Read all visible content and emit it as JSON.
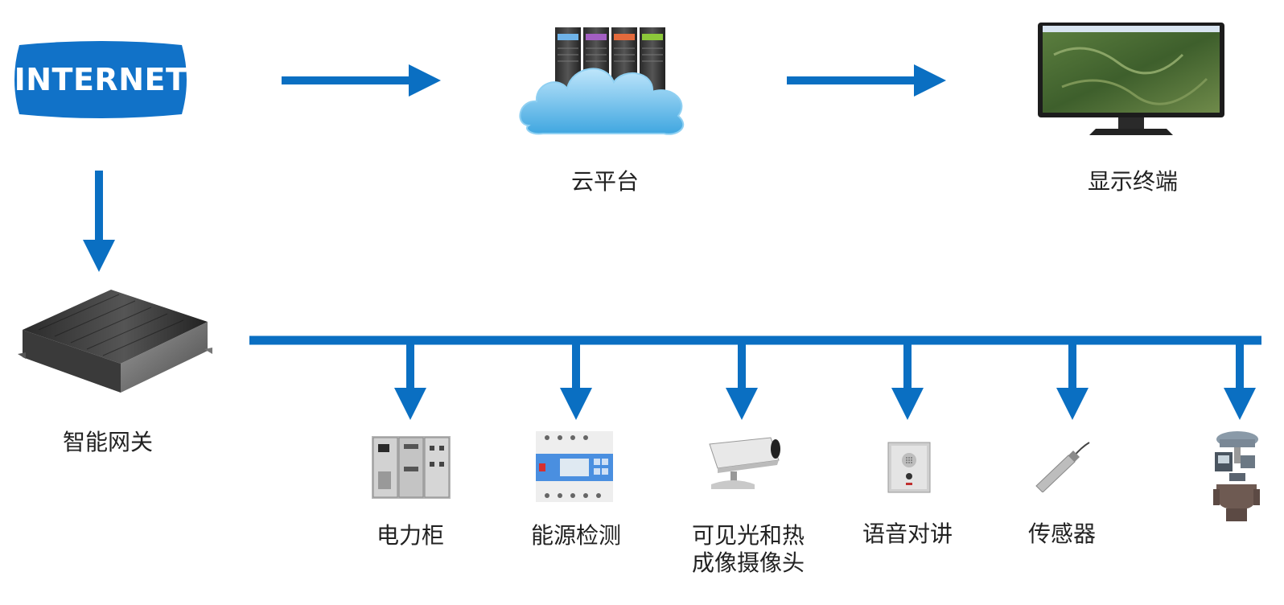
{
  "nodes": {
    "internet": "INTERNET",
    "cloud": "云平台",
    "display": "显示终端",
    "gateway": "智能网关"
  },
  "devices": [
    {
      "key": "power-cabinet",
      "label": "电力柜"
    },
    {
      "key": "energy-meter",
      "label": "能源检测"
    },
    {
      "key": "thermal-camera",
      "label_lines": [
        "可见光和热",
        "成像摄像头"
      ]
    },
    {
      "key": "intercom",
      "label": "语音对讲"
    },
    {
      "key": "sensor",
      "label": "传感器"
    },
    {
      "key": "valve",
      "label": ""
    }
  ],
  "colors": {
    "arrow": "#0a6fc2",
    "badge": "#1172c8"
  }
}
